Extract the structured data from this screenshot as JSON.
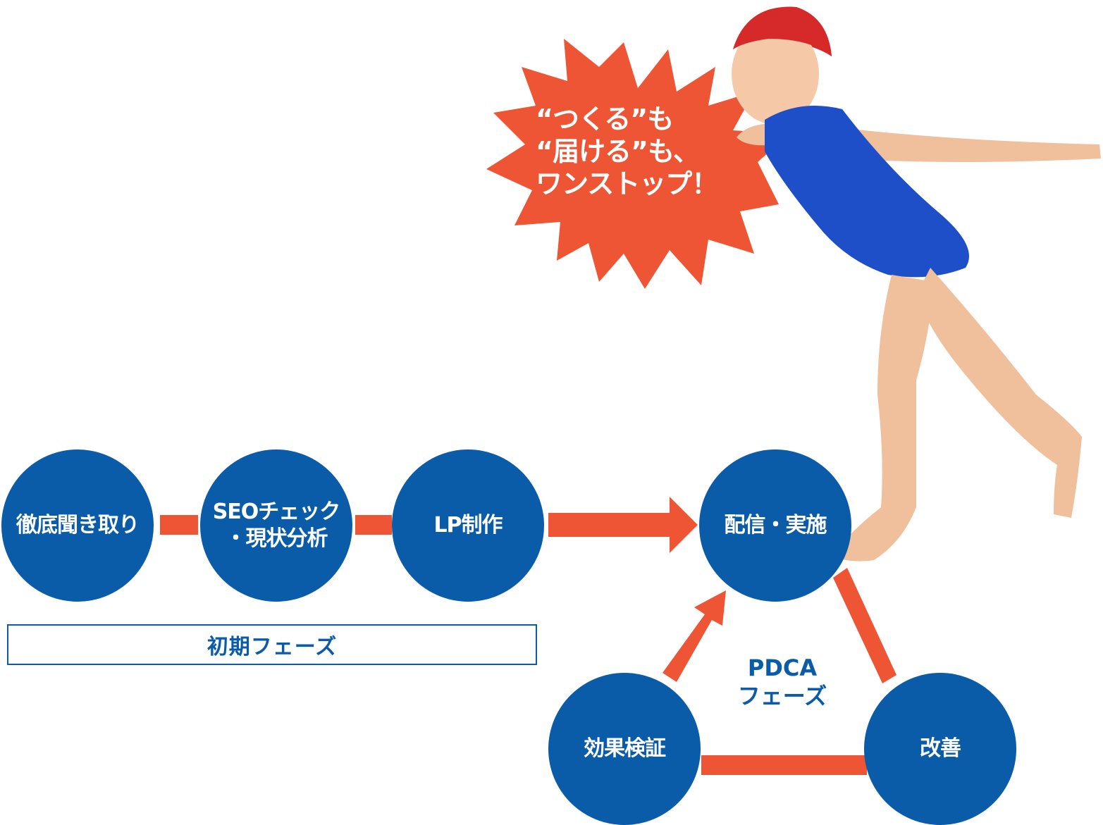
{
  "colors": {
    "node_fill": "#0a5ba8",
    "accent": "#ee5534",
    "text_on_node": "#ffffff",
    "phase_text": "#0a5ba8"
  },
  "initial_phase": {
    "label": "初期フェーズ",
    "steps": [
      {
        "lines": [
          "徹底聞き取り"
        ]
      },
      {
        "lines": [
          "SEOチェック",
          "・現状分析"
        ]
      },
      {
        "lines": [
          "LP制作"
        ]
      }
    ]
  },
  "pdca_phase": {
    "label_lines": [
      "PDCA",
      "フェーズ"
    ],
    "steps": [
      {
        "lines": [
          "配信・実施"
        ]
      },
      {
        "lines": [
          "改善"
        ]
      },
      {
        "lines": [
          "効果検証"
        ]
      }
    ]
  },
  "speech_bubble": {
    "lines": [
      "“つくる”も",
      "“届ける”も、",
      "ワンストップ！"
    ]
  }
}
